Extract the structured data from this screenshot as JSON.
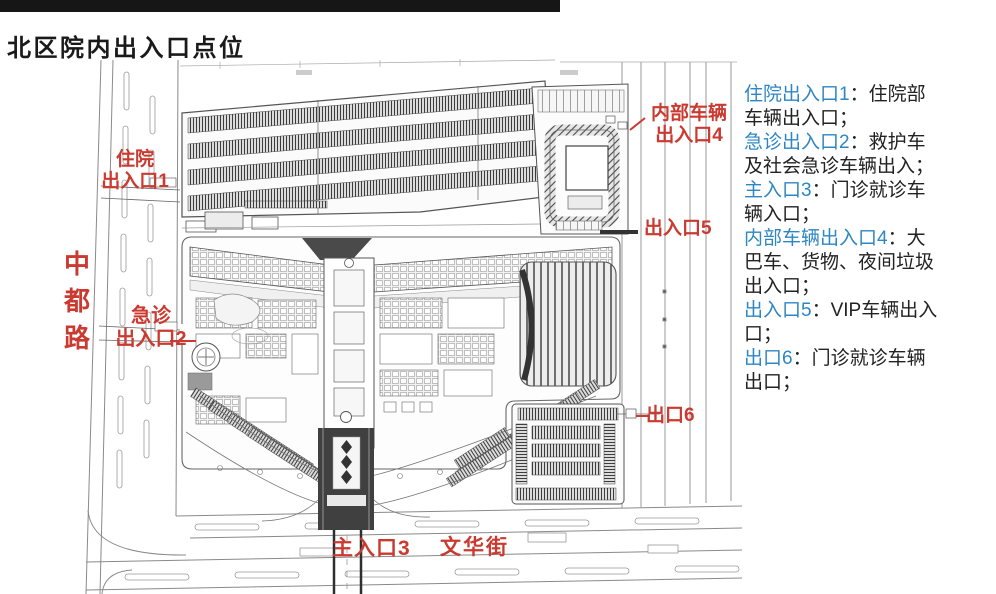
{
  "page": {
    "title": "北区院内出入口点位"
  },
  "colors": {
    "accent_blue": "#2e87c3",
    "label_red": "#cb3a30",
    "topbar_black": "#161616"
  },
  "map": {
    "labels": {
      "gate1": {
        "text": "住院\n出入口1"
      },
      "gate2": {
        "text": "急诊\n出入口2"
      },
      "gate3": {
        "text": "主入口3"
      },
      "gate4": {
        "text": "内部车辆\n出入口4"
      },
      "gate5": {
        "text": "出入口5"
      },
      "gate6": {
        "text": "出口6"
      },
      "street_south": {
        "text": "文华街"
      },
      "road_west": {
        "text": "中\n都\n路"
      }
    }
  },
  "legend": {
    "entries": [
      {
        "label": "住院出入口1",
        "desc": "：住院部车辆出入口；"
      },
      {
        "label": "急诊出入口2",
        "desc": "：救护车及社会急诊车辆出入；"
      },
      {
        "label": "主入口3",
        "desc": "：门诊就诊车辆入口；"
      },
      {
        "label": "内部车辆出入口4",
        "desc": "：大巴车、货物、夜间垃圾出入口；"
      },
      {
        "label": "出入口5",
        "desc": "：VIP车辆出入口；"
      },
      {
        "label": "出口6",
        "desc": "：门诊就诊车辆出口；"
      }
    ]
  }
}
